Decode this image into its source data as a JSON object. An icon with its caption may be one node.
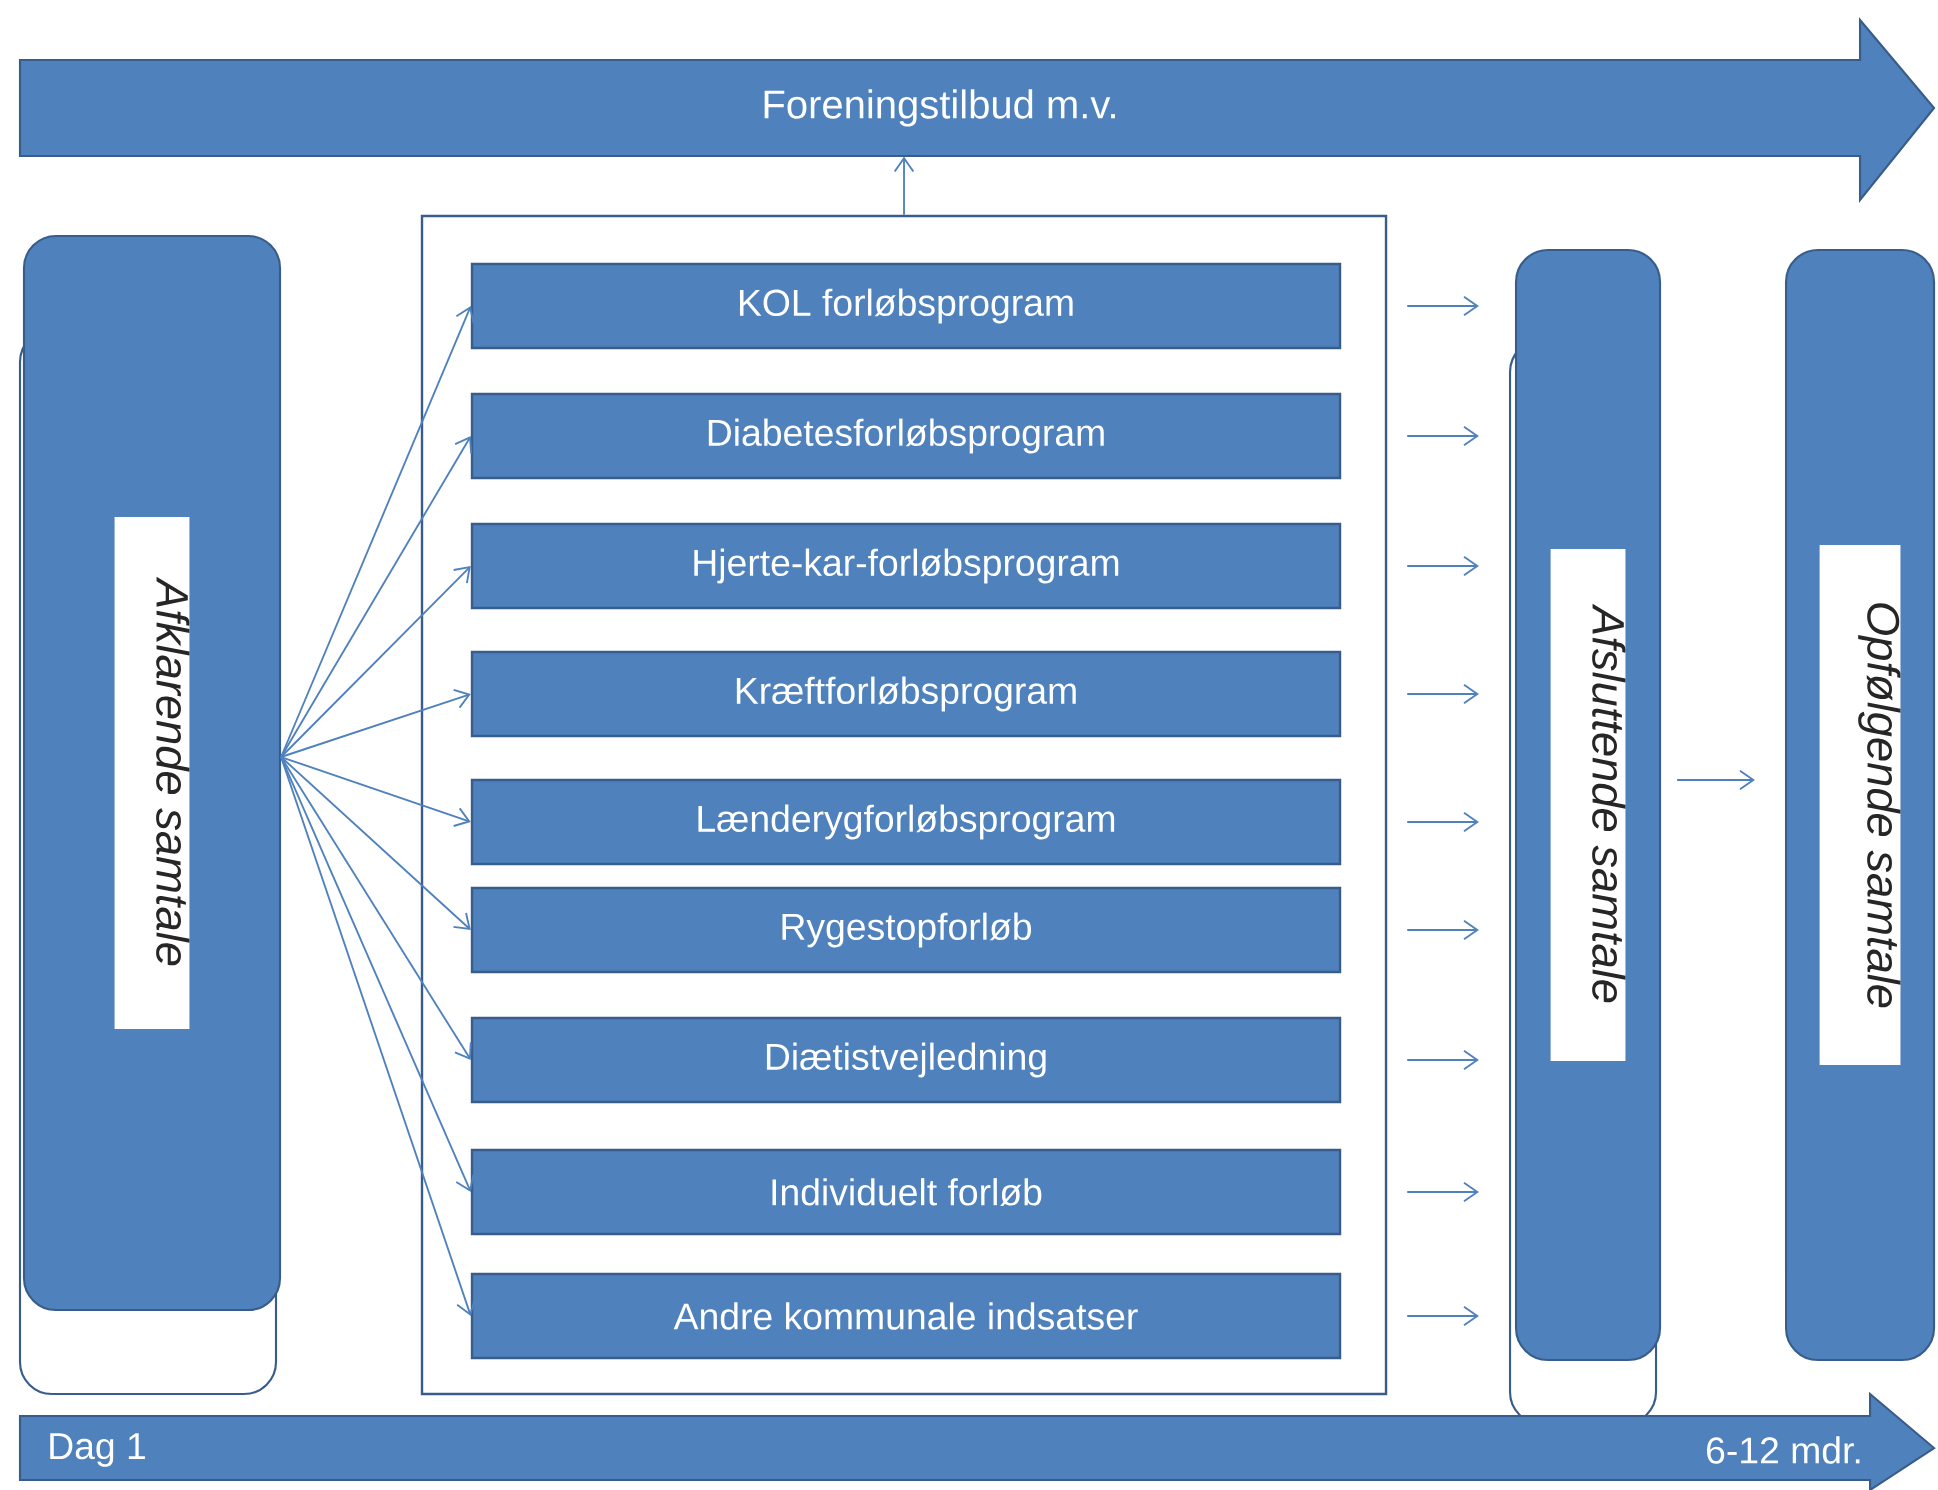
{
  "diagram": {
    "nodes": [
      {
        "text": [
          "Foreningstilbud m.v."
        ]
      },
      {
        "text": [
          "Afklarende samtale"
        ]
      },
      {
        "text": [],
        "shape": "box"
      },
      {
        "text": [
          "KOL forløbsprogram"
        ],
        "in": 2
      },
      {
        "text": [
          "Diabetesforløbsprogram"
        ],
        "in": 2
      },
      {
        "text": [
          "Hjerte-kar-forløbsprogram"
        ],
        "in": 2
      },
      {
        "text": [
          "Kræftforløbsprogram"
        ],
        "in": 2
      },
      {
        "text": [
          "Lænderygforløbsprogram"
        ],
        "in": 2
      },
      {
        "text": [
          "Rygestopforløb"
        ],
        "in": 2
      },
      {
        "text": [
          "Diætistvejledning"
        ],
        "in": 2
      },
      {
        "text": [
          "Individuelt forløb"
        ],
        "in": 2
      },
      {
        "text": [
          "Andre kommunale indsatser"
        ],
        "in": 2
      },
      {
        "text": [
          "Afsluttende samtale"
        ]
      },
      {
        "text": [
          "Opfølgende samtale"
        ]
      },
      {
        "text": [
          "Dag 1",
          "6-12 mdr."
        ]
      }
    ],
    "edges": [
      {
        "from": 2,
        "to": 0,
        "arrow": "to"
      },
      {
        "from": 1,
        "to": 3,
        "arrow": "to"
      },
      {
        "from": 1,
        "to": 4,
        "arrow": "to"
      },
      {
        "from": 1,
        "to": 5,
        "arrow": "to"
      },
      {
        "from": 1,
        "to": 6,
        "arrow": "to"
      },
      {
        "from": 1,
        "to": 7,
        "arrow": "to"
      },
      {
        "from": 1,
        "to": 8,
        "arrow": "to"
      },
      {
        "from": 1,
        "to": 9,
        "arrow": "to"
      },
      {
        "from": 1,
        "to": 10,
        "arrow": "to"
      },
      {
        "from": 1,
        "to": 11,
        "arrow": "to"
      },
      {
        "from": 3,
        "to": 12,
        "arrow": "to"
      },
      {
        "from": 4,
        "to": 12,
        "arrow": "to"
      },
      {
        "from": 5,
        "to": 12,
        "arrow": "to"
      },
      {
        "from": 6,
        "to": 12,
        "arrow": "to"
      },
      {
        "from": 7,
        "to": 12,
        "arrow": "to"
      },
      {
        "from": 8,
        "to": 12,
        "arrow": "to"
      },
      {
        "from": 9,
        "to": 12,
        "arrow": "to"
      },
      {
        "from": 10,
        "to": 12,
        "arrow": "to"
      },
      {
        "from": 11,
        "to": 12,
        "arrow": "to"
      },
      {
        "from": 12,
        "to": 13,
        "arrow": "to"
      }
    ]
  }
}
